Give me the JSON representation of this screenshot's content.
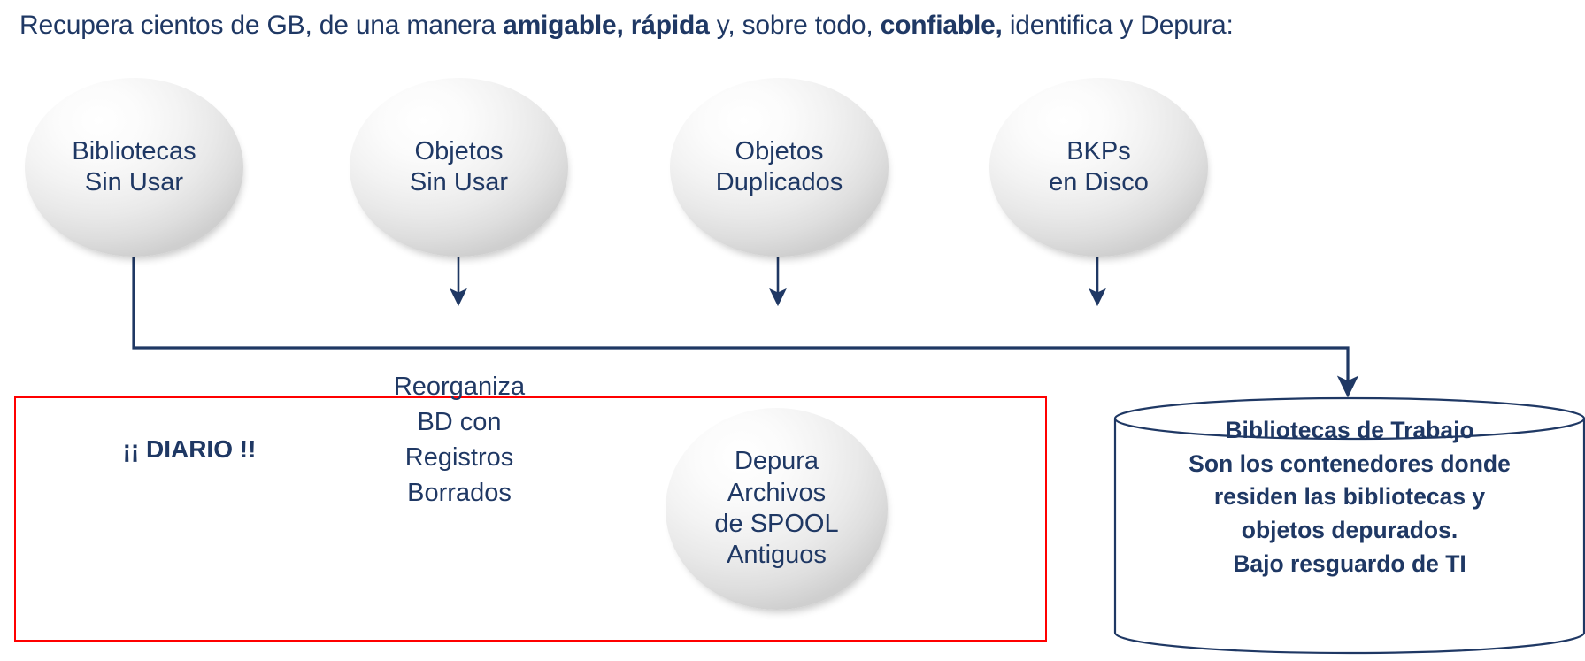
{
  "heading": {
    "part1": "Recupera cientos de GB, de una manera ",
    "bold1": "amigable, rápida",
    "part2": " y, sobre todo, ",
    "bold2": "confiable,",
    "part3": " identifica y Depura:"
  },
  "top_nodes": [
    {
      "id": "bibliotecas-sin-usar",
      "label": "Bibliotecas\nSin Usar"
    },
    {
      "id": "objetos-sin-usar",
      "label": "Objetos\nSin Usar"
    },
    {
      "id": "objetos-duplicados",
      "label": "Objetos\nDuplicados"
    },
    {
      "id": "bkps-en-disco",
      "label": "BKPs\nen Disco"
    }
  ],
  "red_box": {
    "diario_label": "¡¡ DIARIO !!",
    "reorganiza_label": "Reorganiza\nBD con\nRegistros\nBorrados",
    "depura_ellipse_label": "Depura\nArchivos\nde SPOOL\nAntiguos"
  },
  "cylinder": {
    "label": "Bibliotecas de Trabajo\nSon los contenedores donde\nresiden las bibliotecas y\nobjetos depurados.\nBajo resguardo de TI"
  },
  "colors": {
    "navy_text": "#1F3864",
    "connector_navy": "#1F3864",
    "red_border": "#FF0000",
    "cylinder_stroke": "#1F3864",
    "background": "#FFFFFF"
  }
}
